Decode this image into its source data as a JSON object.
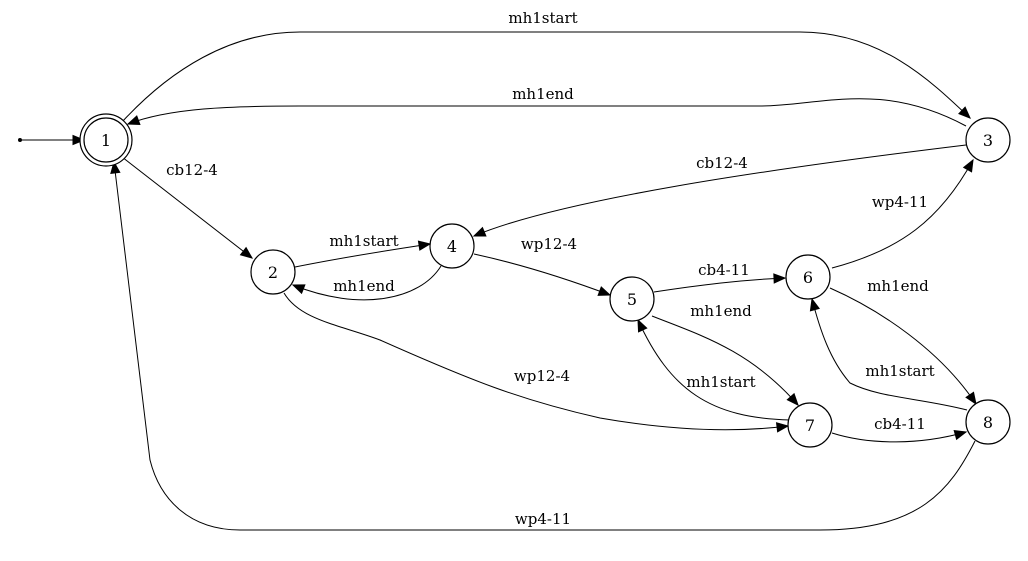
{
  "diagram": {
    "initial_state": "1",
    "accepting_states": [
      "1"
    ],
    "states": [
      "1",
      "2",
      "3",
      "4",
      "5",
      "6",
      "7",
      "8"
    ],
    "transitions": [
      {
        "from": "1",
        "to": "3",
        "label": "mh1start"
      },
      {
        "from": "3",
        "to": "1",
        "label": "mh1end"
      },
      {
        "from": "1",
        "to": "2",
        "label": "cb12-4"
      },
      {
        "from": "3",
        "to": "4",
        "label": "cb12-4"
      },
      {
        "from": "6",
        "to": "3",
        "label": "wp4-11"
      },
      {
        "from": "2",
        "to": "4",
        "label": "mh1start"
      },
      {
        "from": "4",
        "to": "2",
        "label": "mh1end"
      },
      {
        "from": "4",
        "to": "5",
        "label": "wp12-4"
      },
      {
        "from": "5",
        "to": "6",
        "label": "cb4-11"
      },
      {
        "from": "6",
        "to": "8",
        "label": "mh1end"
      },
      {
        "from": "5",
        "to": "7",
        "label": "mh1end"
      },
      {
        "from": "2",
        "to": "7",
        "label": "wp12-4"
      },
      {
        "from": "7",
        "to": "5",
        "label": "mh1start"
      },
      {
        "from": "8",
        "to": "6",
        "label": "mh1start"
      },
      {
        "from": "7",
        "to": "8",
        "label": "cb4-11"
      },
      {
        "from": "8",
        "to": "1",
        "label": "wp4-11"
      }
    ]
  }
}
